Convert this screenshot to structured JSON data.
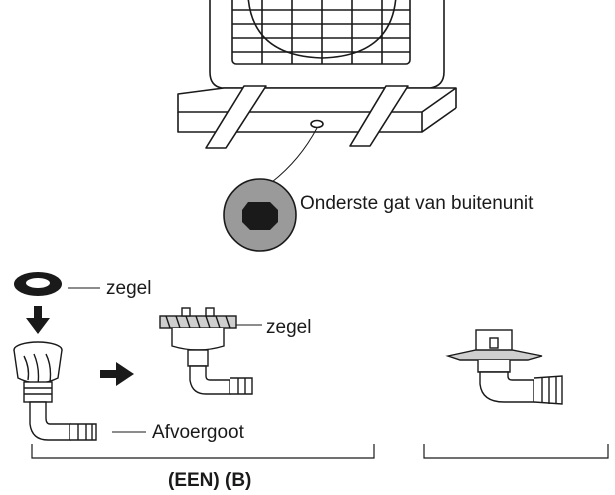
{
  "labels": {
    "hole": "Onderste gat van buitenunit",
    "seal_top": "zegel",
    "seal_mid": "zegel",
    "drain": "Afvoergoot",
    "group": "(EEN)  (B)"
  },
  "colors": {
    "line": "#1a1a1a",
    "hole_circle": "#9a9a9a",
    "hole_plug": "#1a1a1a",
    "flange": "#cfcfcf",
    "body": "#ffffff"
  }
}
